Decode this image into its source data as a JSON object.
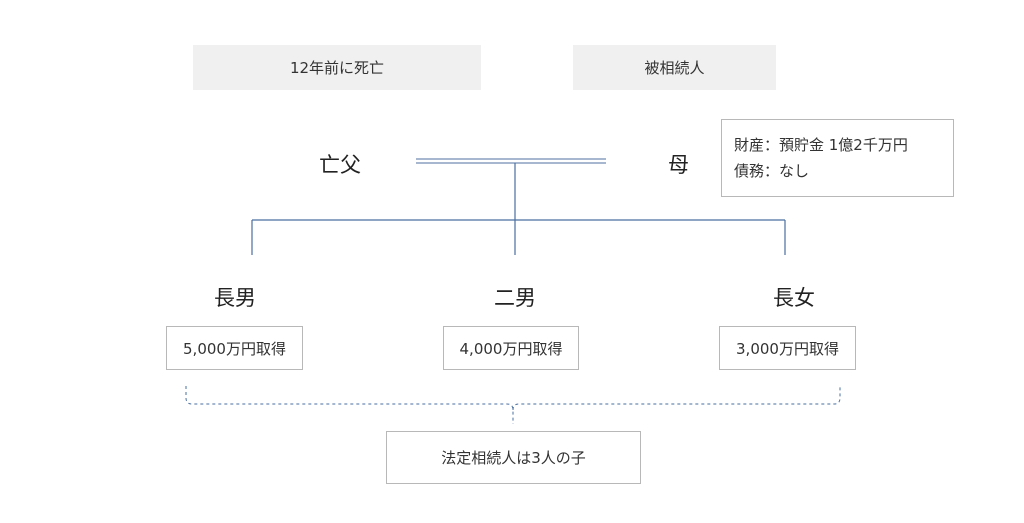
{
  "labels": {
    "deceased_note": "12年前に死亡",
    "decedent_note": "被相続人"
  },
  "people": {
    "father": "亡父",
    "mother": "母",
    "eldest_son": "長男",
    "second_son": "二男",
    "eldest_daughter": "長女"
  },
  "estate": {
    "assets": "財産：預貯金 1億2千万円",
    "debts": "債務：なし"
  },
  "shares": {
    "eldest_son": "5,000万円取得",
    "second_son": "4,000万円取得",
    "eldest_daughter": "3,000万円取得"
  },
  "summary": "法定相続人は3人の子",
  "colors": {
    "line": "#4a6fa0",
    "double_line": "#8a9fc0",
    "box_fill": "#f0f0f0",
    "box_border": "#b8b8b8"
  }
}
